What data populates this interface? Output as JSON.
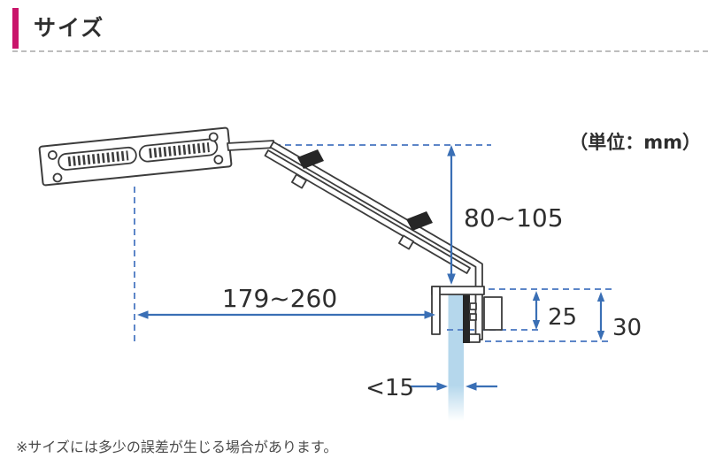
{
  "header": {
    "title": "サイズ"
  },
  "diagram": {
    "unit_label": "（単位：mm）",
    "dimensions": {
      "arm_height_range_mm": "80~105",
      "arm_length_range_mm": "179~260",
      "clamp_opening_mm": "25",
      "clamp_height_mm": "30",
      "max_glass_thickness_mm": "<15"
    }
  },
  "footnote": "※サイズには多少の誤差が生じる場合があります。",
  "colors": {
    "accent": "#c9156b",
    "arrow": "#3a6fb5",
    "dash": "#5d86c8",
    "glass": "#b5d7ec",
    "line": "#3c3c3c",
    "textDark": "#2e2e2e",
    "textGray": "#4b4b4b",
    "divider": "#bdbdbd"
  }
}
